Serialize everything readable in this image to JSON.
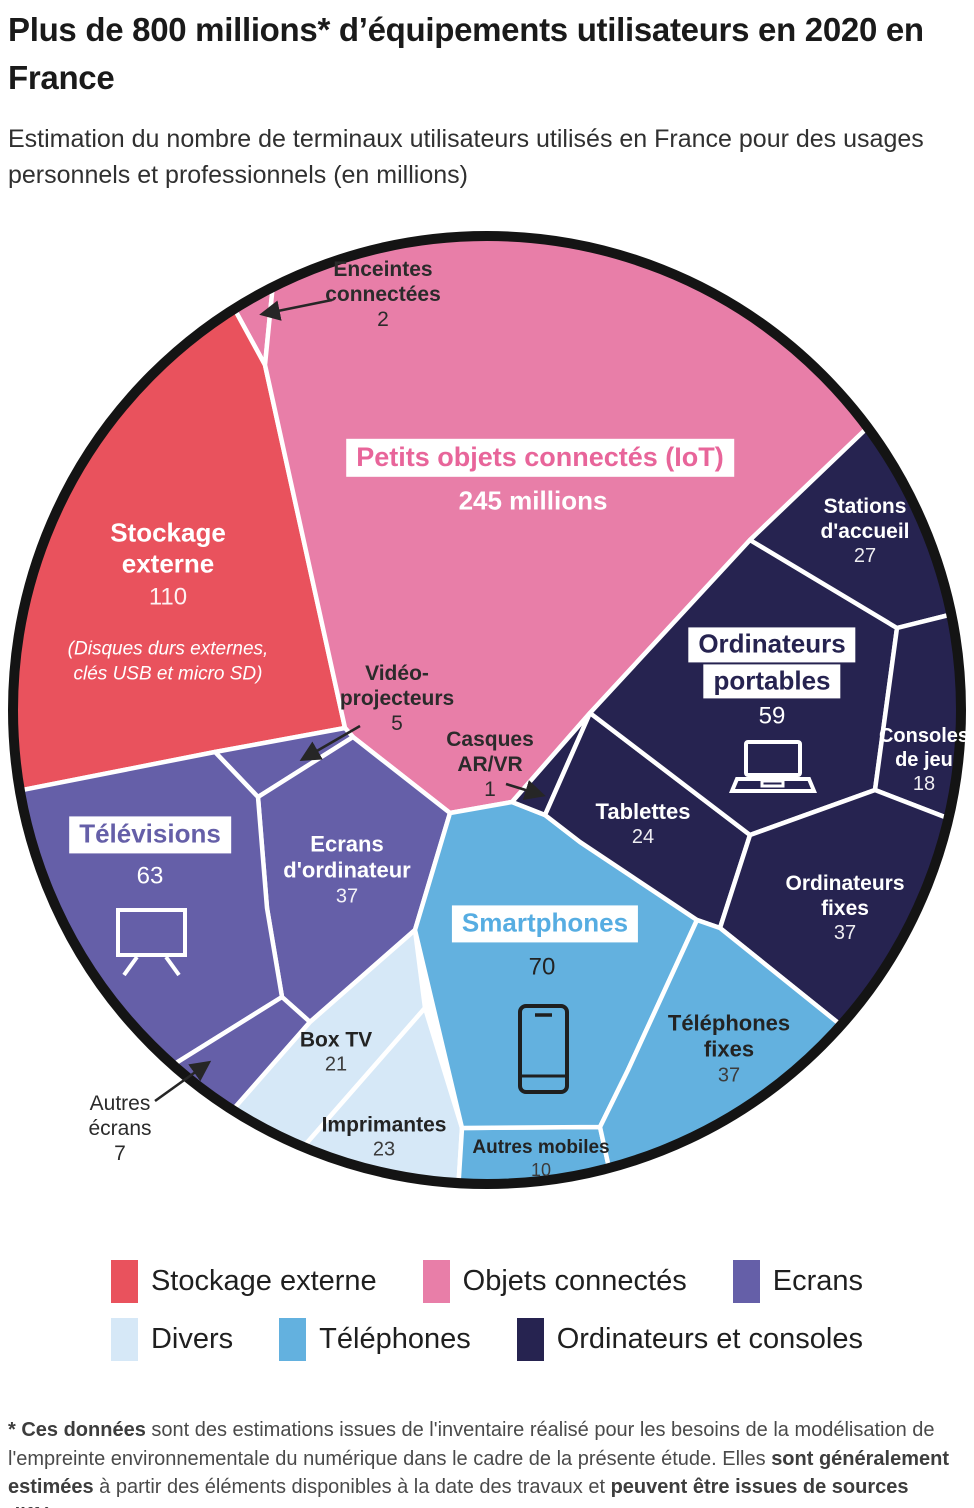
{
  "header": {
    "title": "Plus de 800 millions* d’équipements utilisateurs en 2020 en France",
    "subtitle": "Estimation du nombre de terminaux utilisateurs utilisés en France pour des usages personnels et professionnels (en millions)"
  },
  "chart_data": {
    "type": "voronoi_circular_treemap",
    "title": "Plus de 800 millions* d’équipements utilisateurs en 2020 en France",
    "unit": "millions d'équipements",
    "legend_position": "bottom",
    "segments": [
      {
        "label": "Petits objets connectés (IoT)",
        "value": 245,
        "category": "Objets connectés",
        "color": "#E87EA8"
      },
      {
        "label": "Enceintes connectées",
        "value": 2,
        "category": "Objets connectés",
        "color": "#E87EA8"
      },
      {
        "label": "Stockage externe",
        "value": 110,
        "category": "Stockage externe",
        "color": "#E9525D",
        "note": "(Disques durs externes, clés USB et micro SD)"
      },
      {
        "label": "Télévisions",
        "value": 63,
        "category": "Ecrans",
        "color": "#655FA8"
      },
      {
        "label": "Ecrans d'ordinateur",
        "value": 37,
        "category": "Ecrans",
        "color": "#655FA8"
      },
      {
        "label": "Vidéo-projecteurs",
        "value": 5,
        "category": "Ecrans",
        "color": "#655FA8"
      },
      {
        "label": "Autres écrans",
        "value": 7,
        "category": "Ecrans",
        "color": "#655FA8"
      },
      {
        "label": "Smartphones",
        "value": 70,
        "category": "Téléphones",
        "color": "#63B1DF"
      },
      {
        "label": "Téléphones fixes",
        "value": 37,
        "category": "Téléphones",
        "color": "#63B1DF"
      },
      {
        "label": "Autres mobiles",
        "value": 10,
        "category": "Téléphones",
        "color": "#63B1DF"
      },
      {
        "label": "Box TV",
        "value": 21,
        "category": "Divers",
        "color": "#D6E8F7"
      },
      {
        "label": "Imprimantes",
        "value": 23,
        "category": "Divers",
        "color": "#D6E8F7"
      },
      {
        "label": "Ordinateurs portables",
        "value": 59,
        "category": "Ordinateurs et consoles",
        "color": "#262350"
      },
      {
        "label": "Ordinateurs fixes",
        "value": 37,
        "category": "Ordinateurs et consoles",
        "color": "#262350"
      },
      {
        "label": "Stations d'accueil",
        "value": 27,
        "category": "Ordinateurs et consoles",
        "color": "#262350"
      },
      {
        "label": "Tablettes",
        "value": 24,
        "category": "Ordinateurs et consoles",
        "color": "#262350"
      },
      {
        "label": "Consoles de jeu",
        "value": 18,
        "category": "Ordinateurs et consoles",
        "color": "#262350"
      },
      {
        "label": "Casques AR/VR",
        "value": 1,
        "category": "Ordinateurs et consoles",
        "color": "#262350"
      }
    ]
  },
  "display": {
    "iot": {
      "name": "Petits objets connectés (IoT)",
      "value": "245 millions"
    },
    "stockage": {
      "l1": "Stockage",
      "l2": "externe",
      "value": "110",
      "note1": "(Disques durs externes,",
      "note2": "clés USB et micro SD)"
    },
    "enceintes": {
      "l1": "Enceintes",
      "l2": "connectées",
      "value": "2"
    },
    "videoproj": {
      "l1": "Vidéo-",
      "l2": "projecteurs",
      "value": "5"
    },
    "arvr": {
      "l1": "Casques",
      "l2": "AR/VR",
      "value": "1"
    },
    "stations": {
      "l1": "Stations",
      "l2": "d'accueil",
      "value": "27"
    },
    "portables": {
      "l1": "Ordinateurs",
      "l2": "portables",
      "value": "59"
    },
    "consoles": {
      "l1": "Consoles",
      "l2": "de jeu",
      "value": "18"
    },
    "tablettes": {
      "l1": "Tablettes",
      "value": "24"
    },
    "ordfixes": {
      "l1": "Ordinateurs",
      "l2": "fixes",
      "value": "37"
    },
    "tv": {
      "l1": "Télévisions",
      "value": "63"
    },
    "ecrans": {
      "l1": "Ecrans",
      "l2": "d'ordinateur",
      "value": "37"
    },
    "smartphones": {
      "l1": "Smartphones",
      "value": "70"
    },
    "telfixes": {
      "l1": "Téléphones",
      "l2": "fixes",
      "value": "37"
    },
    "boxtv": {
      "l1": "Box TV",
      "value": "21"
    },
    "imprimantes": {
      "l1": "Imprimantes",
      "value": "23"
    },
    "autresmobiles": {
      "l1": "Autres mobiles",
      "value": "10"
    },
    "autresecrans": {
      "l1": "Autres",
      "l2": "écrans",
      "value": "7"
    }
  },
  "legend": {
    "items": [
      {
        "label": "Stockage externe",
        "color": "#E9525D"
      },
      {
        "label": "Objets connectés",
        "color": "#E87EA8"
      },
      {
        "label": "Ecrans",
        "color": "#655FA8"
      },
      {
        "label": "Divers",
        "color": "#D6E8F7"
      },
      {
        "label": "Téléphones",
        "color": "#63B1DF"
      },
      {
        "label": "Ordinateurs et consoles",
        "color": "#262350"
      }
    ]
  },
  "footnote": {
    "p1": "* Ces données",
    "p2": " sont des estimations issues de l'inventaire réalisé pour les besoins de la modélisation de l'empreinte environnementale du numérique dans le cadre de la présente étude. Elles ",
    "p3": "sont généralement estimées",
    "p4": " à partir des éléments disponibles à la date des travaux et ",
    "p5": "peuvent être issues de sources différentes",
    "p6": "."
  }
}
